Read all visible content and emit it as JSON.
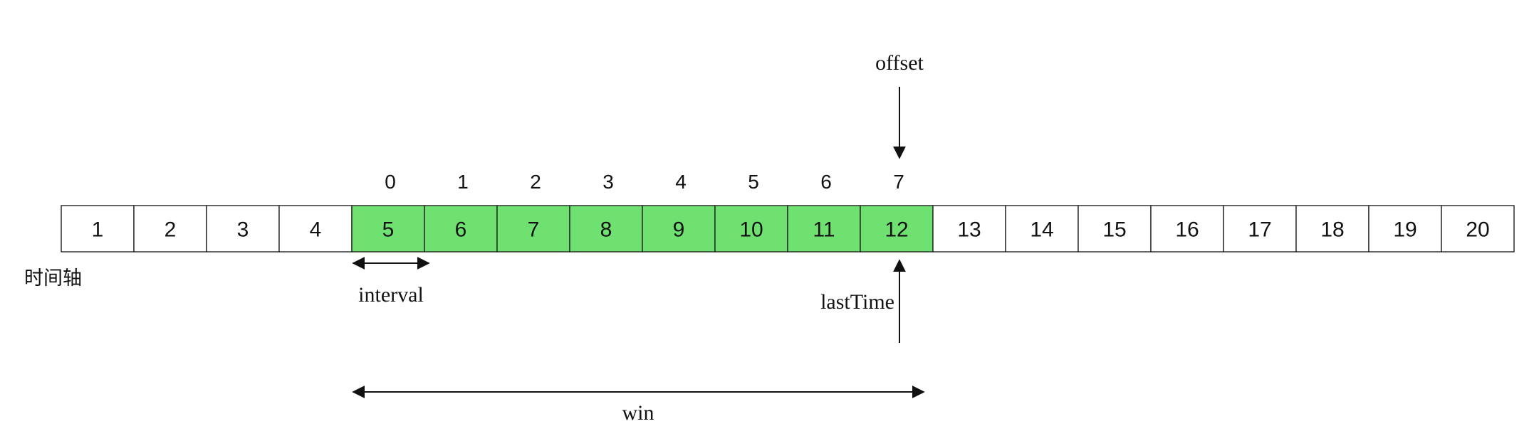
{
  "timeline": {
    "axis_label": "时间轴",
    "cells": [
      "1",
      "2",
      "3",
      "4",
      "5",
      "6",
      "7",
      "8",
      "9",
      "10",
      "11",
      "12",
      "13",
      "14",
      "15",
      "16",
      "17",
      "18",
      "19",
      "20"
    ],
    "highlight_start": 4,
    "highlight_end": 11
  },
  "window": {
    "indices": [
      "0",
      "1",
      "2",
      "3",
      "4",
      "5",
      "6",
      "7"
    ]
  },
  "labels": {
    "offset": "offset",
    "interval": "interval",
    "last_time": "lastTime",
    "win": "win"
  },
  "colors": {
    "highlight": "#6fe170",
    "cell_default": "#ffffff",
    "stroke": "#222222"
  }
}
